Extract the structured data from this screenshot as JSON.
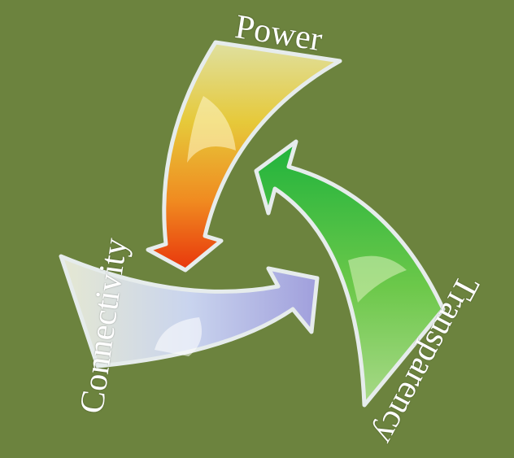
{
  "labels": {
    "power": "Power",
    "connectivity": "Connectivity",
    "transparency": "Transparency"
  },
  "colors": {
    "background": "#6c833e",
    "power_arrow": [
      "#dfe0a0",
      "#e6c93a",
      "#f08a20",
      "#e8360c"
    ],
    "transparency_arrow": [
      "#1fb33c",
      "#6cc84a",
      "#a9d989"
    ],
    "connectivity_arrow": [
      "#a09fdc",
      "#c9d4ee",
      "#e5e8d2"
    ]
  }
}
